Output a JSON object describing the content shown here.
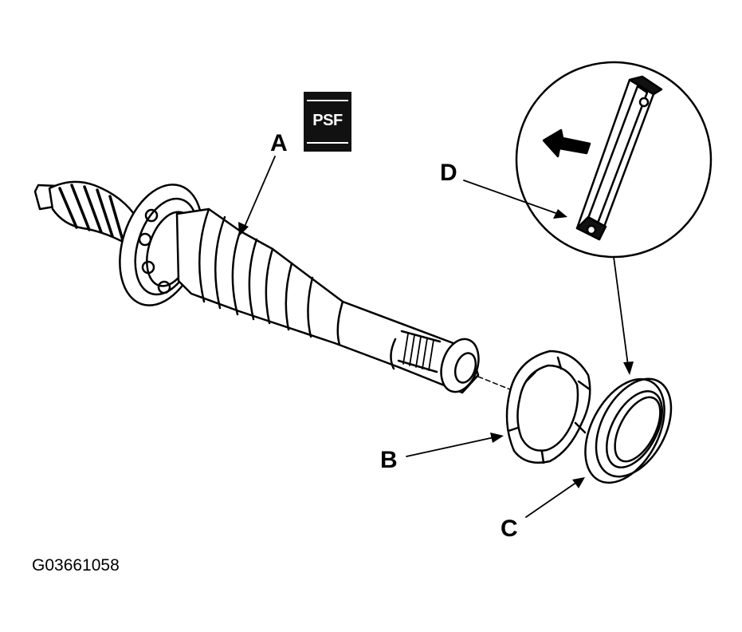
{
  "labels": {
    "a": "A",
    "b": "B",
    "c": "C",
    "d": "D"
  },
  "badge": {
    "text": "PSF"
  },
  "figure_id": "G03661058"
}
